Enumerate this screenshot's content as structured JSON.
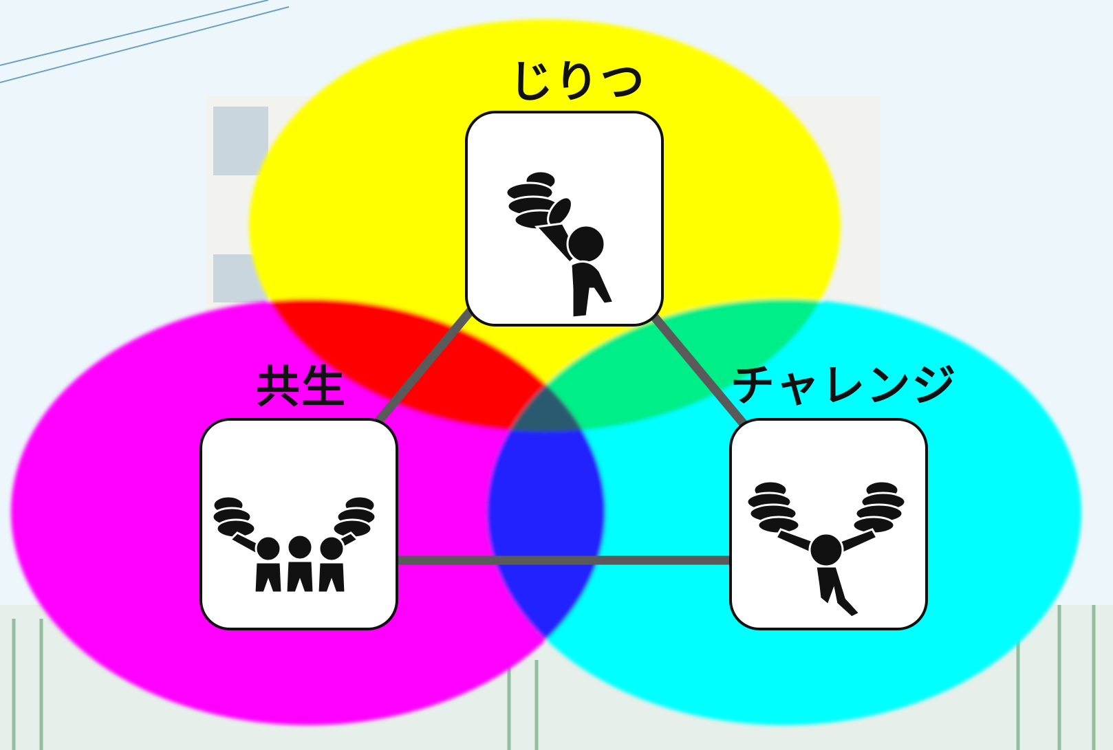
{
  "diagram": {
    "nodes": [
      {
        "id": "top",
        "label": "じりつ",
        "icon": "raised-fist-person-icon",
        "circle_color": "#ffff00"
      },
      {
        "id": "left",
        "label": "共生",
        "icon": "group-of-three-people-icon",
        "circle_color": "#ff00ff"
      },
      {
        "id": "right",
        "label": "チャレンジ",
        "icon": "jumping-person-two-fists-icon",
        "circle_color": "#00ffff"
      }
    ],
    "connector_color": "#5a5a5a",
    "overlap_colors": {
      "yellow_magenta": "#ff0000",
      "yellow_cyan": "#00ee88",
      "magenta_cyan": "#2222ff",
      "center": "#2a5a70"
    }
  },
  "background": {
    "sky_color": "#dfeef6",
    "building_color": "#f2f2ee"
  }
}
